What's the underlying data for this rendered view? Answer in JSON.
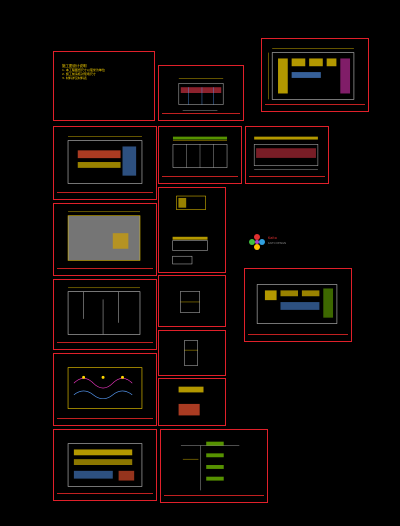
{
  "viewer": {
    "background": "#000000",
    "frame_color": "#e0202a"
  },
  "notes_sheet": {
    "title": "施工图设计说明",
    "lines": [
      "1. 本工程图纸尺寸以毫米为单位",
      "2. 施工前请核对现场尺寸",
      "3. 材料详见材料表"
    ]
  },
  "logo": {
    "name": "logo-icon",
    "brand": "Kaito",
    "sub": "KAITO DESIGN"
  }
}
